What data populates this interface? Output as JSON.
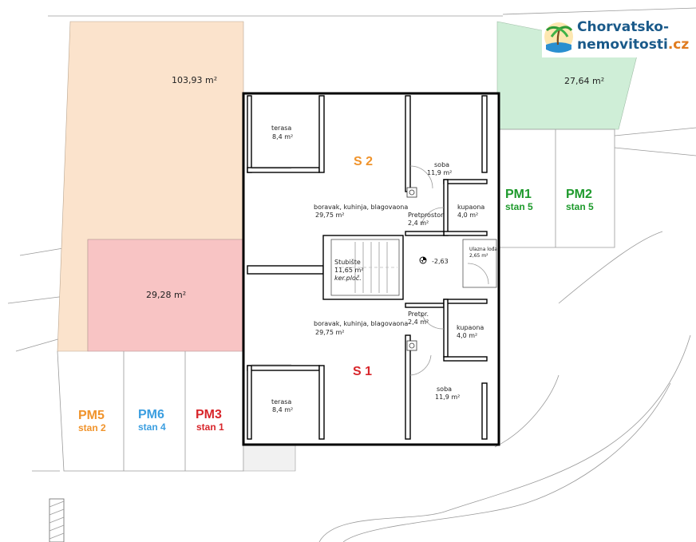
{
  "logo": {
    "line1": "Chorvatsko-",
    "line2": "nemovitosti",
    "tld": ".cz",
    "icon": "palm-island-icon"
  },
  "plot_areas": {
    "orange": "103,93 m²",
    "green": "27,64 m²",
    "red": "29,28 m²"
  },
  "units": {
    "s2": "S 2",
    "s1": "S 1"
  },
  "rooms_s2": {
    "terasa_name": "terasa",
    "terasa_area": "8,4 m²",
    "soba_name": "soba",
    "soba_area": "11,9 m²",
    "living_name": "boravak, kuhinja, blagovaona",
    "living_area": "29,75 m²",
    "hall_name": "Pretprostor",
    "hall_area": "2,4 m²",
    "bath_name": "kupaona",
    "bath_area": "4,0 m²"
  },
  "rooms_s1": {
    "terasa_name": "terasa",
    "terasa_area": "8,4 m²",
    "soba_name": "soba",
    "soba_area": "11,9 m²",
    "living_name": "boravak, kuhinja, blagovaona",
    "living_area": "29,75 m²",
    "hall_name": "Pretpr.",
    "hall_area": "2,4 m²",
    "bath_name": "kupaona",
    "bath_area": "4,0 m²"
  },
  "common": {
    "stair_name": "Stubište",
    "stair_area": "11,65 m²",
    "stair_note": "ker.ploč.",
    "level": "-2,63",
    "entry_name": "Ulazna lođa",
    "entry_area": "2,65 m²"
  },
  "parking": {
    "pm1": "PM1",
    "pm1_unit": "stan 5",
    "pm2": "PM2",
    "pm2_unit": "stan 5",
    "pm5": "PM5",
    "pm5_unit": "stan 2",
    "pm6": "PM6",
    "pm6_unit": "stan 4",
    "pm3": "PM3",
    "pm3_unit": "stan 1"
  },
  "colors": {
    "orange_fill": "#fbe3cc",
    "green_fill": "#cfeed7",
    "red_fill": "#f8c4c4",
    "orange_text": "#f0932b",
    "red_text": "#d8262b",
    "green_text": "#1e9a2c",
    "blue_text": "#3b9ee0"
  }
}
